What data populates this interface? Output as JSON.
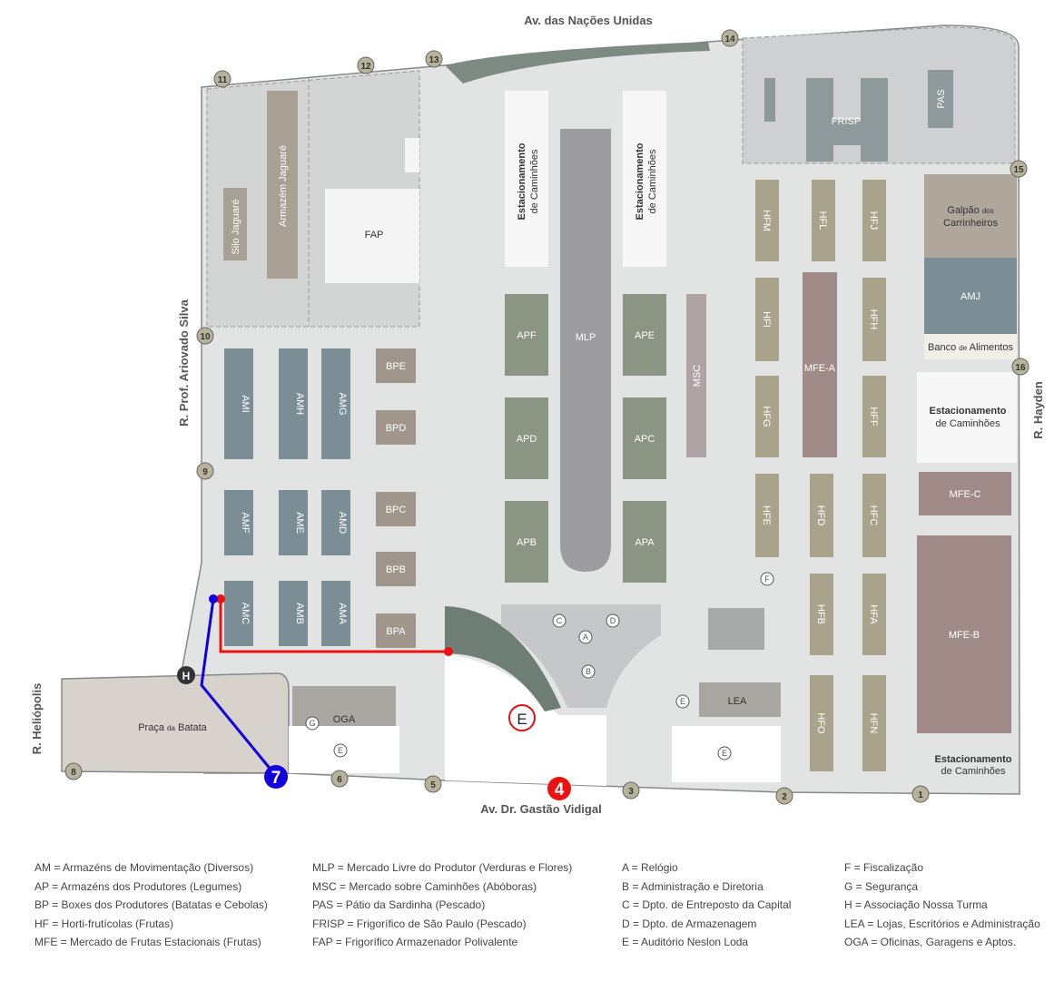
{
  "streets": {
    "north": "Av. das Nações Unidas",
    "west": "R. Prof. Ariovado Silva",
    "east": "R. Hayden",
    "south": "Av. Dr. Gastão Vidigal",
    "far_west": "R. Heliópolis"
  },
  "buildings": {
    "armazem_jaguare": "Armazém Jaguaré",
    "silo_jaguare": "Silo Jaguaré",
    "fap": "FAP",
    "frisp": "FRISP",
    "pas": "PAS",
    "estac_1": "Estacionamento",
    "estac_1b": "de Caminhões",
    "estac_2": "Estacionamento",
    "estac_2b": "de Caminhões",
    "mlp": "MLP",
    "apf": "APF",
    "apd": "APD",
    "apb": "APB",
    "ape": "APE",
    "apc": "APC",
    "apa": "APA",
    "msc": "MSC",
    "bpe": "BPE",
    "bpd": "BPD",
    "bpc": "BPC",
    "bpb": "BPB",
    "bpa": "BPA",
    "ami": "AMI",
    "amh": "AMH",
    "amg": "AMG",
    "amf": "AMF",
    "ame": "AME",
    "amd": "AMD",
    "amc": "AMC",
    "amb": "AMB",
    "ama": "AMA",
    "hfm": "HFM",
    "hfl": "HFL",
    "hfj": "HFJ",
    "hfi": "HFI",
    "hfh": "HFH",
    "hfg": "HFG",
    "hff": "HFF",
    "hfe": "HFE",
    "hfd": "HFD",
    "hfc": "HFC",
    "hfb": "HFB",
    "hfa": "HFA",
    "hfo": "HFO",
    "hfn": "HFN",
    "mfe_a": "MFE-A",
    "mfe_b": "MFE-B",
    "mfe_c": "MFE-C",
    "galpao_1": "Galpão",
    "galpao_dos": "dos",
    "galpao_2": "Carrinheiros",
    "amj": "AMJ",
    "banco_1": "Banco",
    "banco_de": "de",
    "banco_2": "Alimentos",
    "estac_e1": "Estacionamento",
    "estac_e1b": "de Caminhões",
    "estac_e2": "Estacionamento",
    "estac_e2b": "de Caminhões",
    "lea": "LEA",
    "oga": "OGA",
    "praca_1": "Praça",
    "praca_da": "da",
    "praca_2": "Batata"
  },
  "gates": [
    "1",
    "2",
    "3",
    "5",
    "6",
    "8",
    "9",
    "10",
    "11",
    "12",
    "13",
    "14",
    "15",
    "16"
  ],
  "points": {
    "a": "A",
    "b": "B",
    "c": "C",
    "d": "D",
    "e": "E",
    "f": "F",
    "g": "G",
    "h": "H"
  },
  "markers": {
    "red": "4",
    "blue": "7"
  },
  "colors": {
    "route_red": "#ee1111",
    "route_blue": "#1100dd",
    "am_blue": "#7b8d95",
    "ap_green": "#8a9583",
    "bp_brown": "#a0968c",
    "hf_khaki": "#aaa38c",
    "mfe_mauve": "#a08a88",
    "ground": "#e2e3e3"
  },
  "legend": {
    "col1": [
      "AM = Armazéns de Movimentação (Diversos)",
      "AP = Armazéns dos Produtores (Legumes)",
      "BP = Boxes dos Produtores (Batatas e Cebolas)",
      "HF = Horti-frutícolas (Frutas)",
      "MFE = Mercado de Frutas Estacionais (Frutas)"
    ],
    "col2": [
      "MLP = Mercado Livre do Produtor (Verduras e Flores)",
      "MSC = Mercado sobre Caminhões (Abóboras)",
      "PAS = Pátio da Sardinha (Pescado)",
      "FRISP = Frigorífico de São Paulo (Pescado)",
      "FAP = Frigorífico Armazenador Polivalente"
    ],
    "col3": [
      "A = Relógio",
      "B = Administração e Diretoria",
      "C = Dpto. de Entreposto da Capital",
      "D = Dpto. de Armazenagem",
      "E = Auditório Neslon Loda"
    ],
    "col4": [
      "F = Fiscalização",
      "G = Segurança",
      "H = Associação Nossa Turma",
      "LEA = Lojas, Escritórios e Administração",
      "OGA = Oficinas, Garagens e Aptos."
    ]
  }
}
